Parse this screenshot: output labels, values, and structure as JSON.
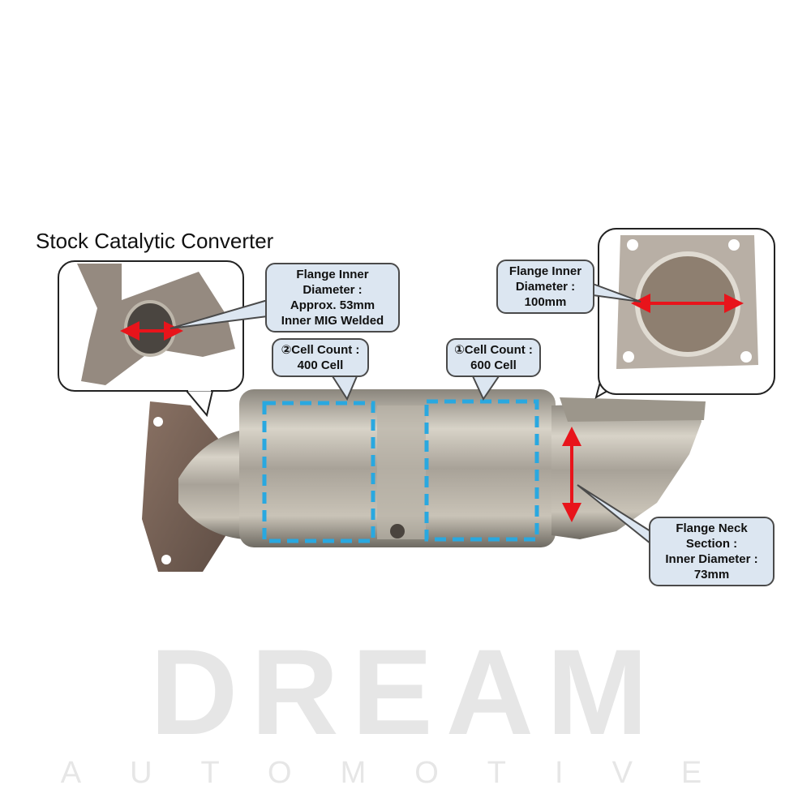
{
  "title": "Stock Catalytic Converter",
  "watermark": {
    "brand": "DREAM",
    "sub": "AUTOMOTIVE"
  },
  "callouts": {
    "flange_left": [
      "Flange Inner",
      "Diameter :",
      "Approx. 53mm",
      "Inner MIG Welded"
    ],
    "cell2": [
      "②Cell Count :",
      "400 Cell"
    ],
    "cell1": [
      "①Cell Count :",
      "600 Cell"
    ],
    "flange_right": [
      "Flange Inner",
      "Diameter :",
      "100mm"
    ],
    "neck": [
      "Flange Neck",
      "Section :",
      "Inner Diameter :",
      "73mm"
    ]
  },
  "colors": {
    "callout_bg": "#dce6f1",
    "dash": "#29a8e0",
    "arrow": "#e8141b"
  }
}
